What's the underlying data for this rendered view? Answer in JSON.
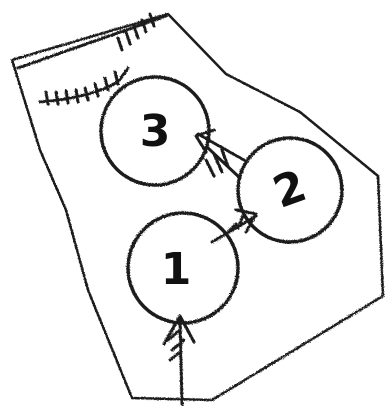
{
  "diagram": {
    "nodes": [
      {
        "id": "n1",
        "label": "1"
      },
      {
        "id": "n2",
        "label": "2"
      },
      {
        "id": "n3",
        "label": "3"
      }
    ],
    "edges": [
      {
        "from": "input",
        "to": "n1"
      },
      {
        "from": "n1",
        "to": "n2"
      },
      {
        "from": "n2",
        "to": "n3"
      }
    ]
  },
  "colors": {
    "ink": "#1a1a1a",
    "paper": "#ffffff"
  }
}
